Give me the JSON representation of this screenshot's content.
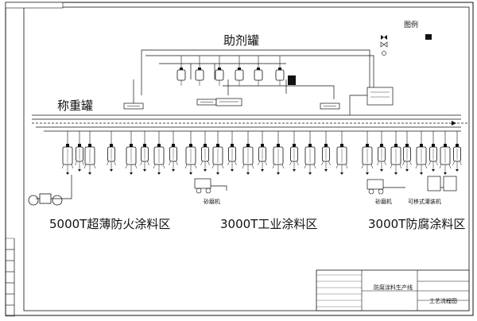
{
  "drawing": {
    "tab_text": "",
    "additive_tank_label": "助剂罐",
    "weighing_tank_label": "称重罐",
    "zones": [
      "5000T超薄防火涂料区",
      "3000T工业涂料区",
      "3000T防腐涂料区"
    ],
    "equipment_labels": [
      "砂磨机",
      "砂磨机",
      "可移式灌装机"
    ]
  },
  "legend": {
    "title": "图例",
    "items": [
      "",
      "",
      "",
      ""
    ]
  },
  "notes": [
    "",
    "",
    "",
    "",
    "",
    "",
    "",
    "",
    ""
  ],
  "title_block": {
    "project_name": "防腐涂料生产线",
    "drawing_name": "工艺流程图",
    "company": "",
    "designer_note": "",
    "rows": [
      "",
      "",
      "",
      "",
      "",
      ""
    ]
  }
}
